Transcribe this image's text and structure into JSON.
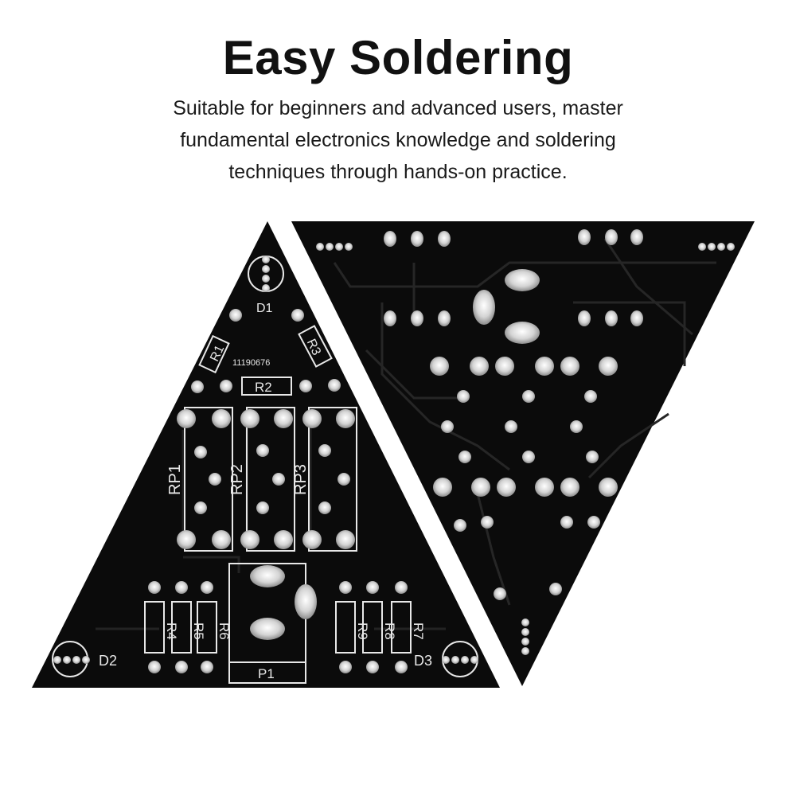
{
  "header": {
    "title": "Easy Soldering",
    "subtitle_lines": [
      "Suitable for beginners and advanced users, master",
      "fundamental electronics knowledge and soldering",
      "techniques through hands-on practice."
    ]
  },
  "pcb_front": {
    "serial": "11190676",
    "labels": {
      "d1": "D1",
      "d2": "D2",
      "d3": "D3",
      "r1": "R1",
      "r2": "R2",
      "r3": "R3",
      "r4": "R4",
      "r5": "R5",
      "r6": "R6",
      "r7": "R7",
      "r8": "R8",
      "r9": "R9",
      "rp1": "RP1",
      "rp2": "RP2",
      "rp3": "RP3",
      "p1": "P1"
    }
  },
  "colors": {
    "board": "#0b0b0b",
    "silkscreen": "#e8e8e8",
    "pad": "#c9c9c9",
    "trace": "#2a2a2a",
    "text": "#111111"
  }
}
